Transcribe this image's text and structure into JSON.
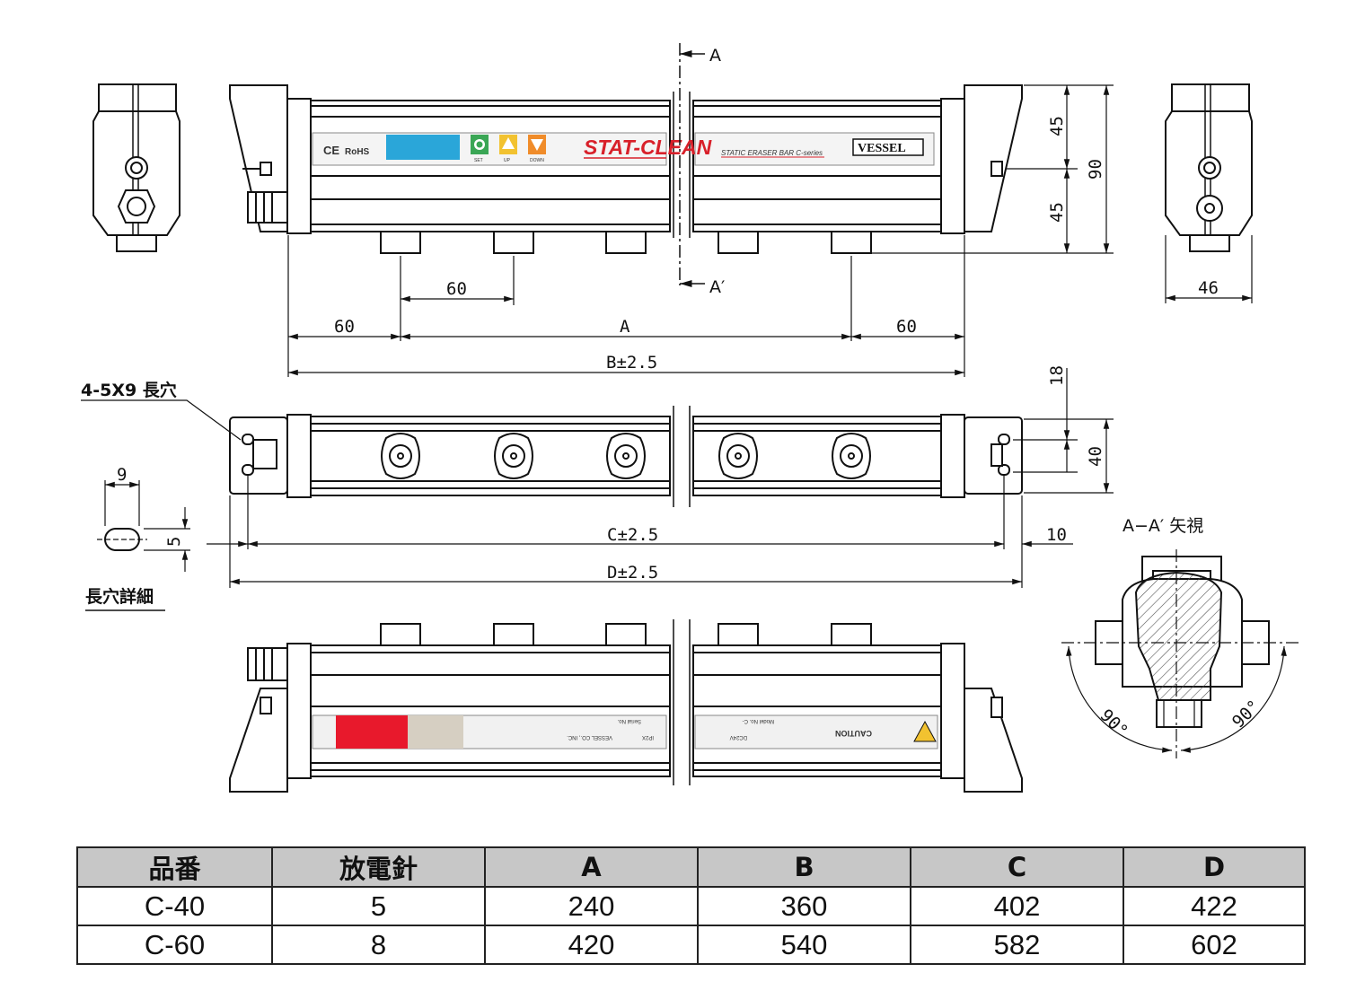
{
  "labels": {
    "section_a": "A",
    "section_a_prime": "A′",
    "dim_45_top": "45",
    "dim_45_bottom": "45",
    "dim_90": "90",
    "dim_46": "46",
    "dim_60_pitch": "60",
    "dim_60_left": "60",
    "dim_a": "A",
    "dim_60_right": "60",
    "dim_b": "B±2.5",
    "slot_callout": "4-5X9 長穴",
    "dim_18": "18",
    "dim_40": "40",
    "dim_9": "9",
    "dim_5": "5",
    "dim_c": "C±2.5",
    "dim_10": "10",
    "dim_d": "D±2.5",
    "slot_detail": "長穴詳細",
    "section_view": "A−A′ 矢視",
    "angle_left": "90°",
    "angle_right": "90°"
  },
  "product_label": {
    "ce": "CE",
    "rohs": "RoHS",
    "set": "SET",
    "up": "UP",
    "down": "DOWN",
    "brand": "STAT-CLEAN",
    "series": "STATIC ERASER BAR C-series",
    "maker": "VESSEL"
  },
  "rear_label": {
    "caution": "CAUTION",
    "model_no": "Model No. C-",
    "serial_no": "Serial No.",
    "voltage": "DC24V",
    "ip": "IP2X",
    "company": "VESSEL CO., INC."
  },
  "colors": {
    "display": "#2aa6d9",
    "set_button": "#3aa655",
    "up_button": "#f2c230",
    "down_button": "#f08c2a",
    "brand_red": "#d8202a",
    "rear_red": "#e8192c",
    "table_header": "#c7c7c7"
  },
  "table": {
    "headers": [
      "品番",
      "放電針",
      "A",
      "B",
      "C",
      "D"
    ],
    "rows": [
      [
        "C-40",
        "5",
        "240",
        "360",
        "402",
        "422"
      ],
      [
        "C-60",
        "8",
        "420",
        "540",
        "582",
        "602"
      ]
    ]
  }
}
